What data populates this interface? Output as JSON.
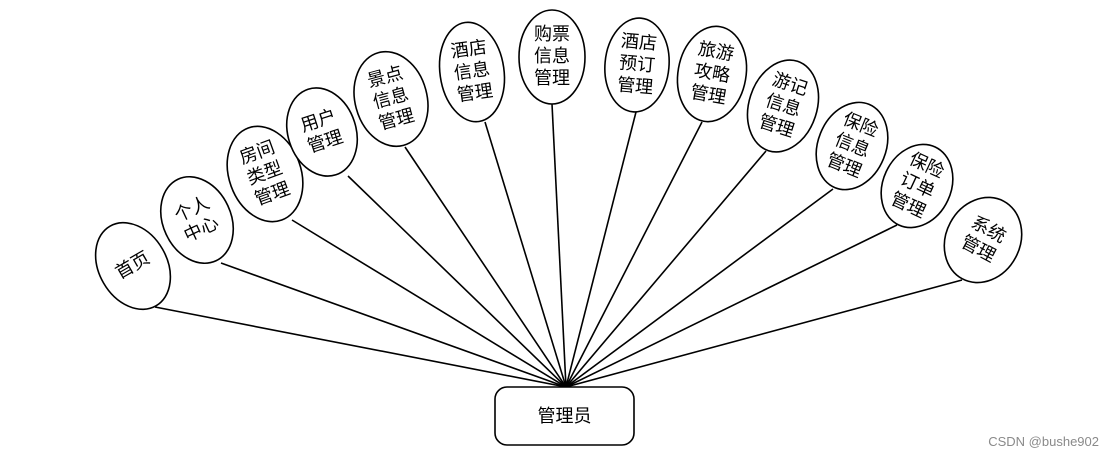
{
  "root": {
    "label": "管理员"
  },
  "nodes": [
    {
      "id": "home",
      "lines": [
        "首页"
      ]
    },
    {
      "id": "personal-center",
      "lines": [
        "个人",
        "中心"
      ]
    },
    {
      "id": "room-type",
      "lines": [
        "房间",
        "类型",
        "管理"
      ]
    },
    {
      "id": "user",
      "lines": [
        "用户",
        "管理"
      ]
    },
    {
      "id": "scenic-info",
      "lines": [
        "景点",
        "信息",
        "管理"
      ]
    },
    {
      "id": "hotel-info",
      "lines": [
        "酒店",
        "信息",
        "管理"
      ]
    },
    {
      "id": "ticket-info",
      "lines": [
        "购票",
        "信息",
        "管理"
      ]
    },
    {
      "id": "hotel-booking",
      "lines": [
        "酒店",
        "预订",
        "管理"
      ]
    },
    {
      "id": "travel-guide",
      "lines": [
        "旅游",
        "攻略",
        "管理"
      ]
    },
    {
      "id": "travel-notes",
      "lines": [
        "游记",
        "信息",
        "管理"
      ]
    },
    {
      "id": "insurance-info",
      "lines": [
        "保险",
        "信息",
        "管理"
      ]
    },
    {
      "id": "insurance-order",
      "lines": [
        "保险",
        "订单",
        "管理"
      ]
    },
    {
      "id": "system",
      "lines": [
        "系统",
        "管理"
      ]
    }
  ],
  "watermark": "CSDN @bushe902"
}
